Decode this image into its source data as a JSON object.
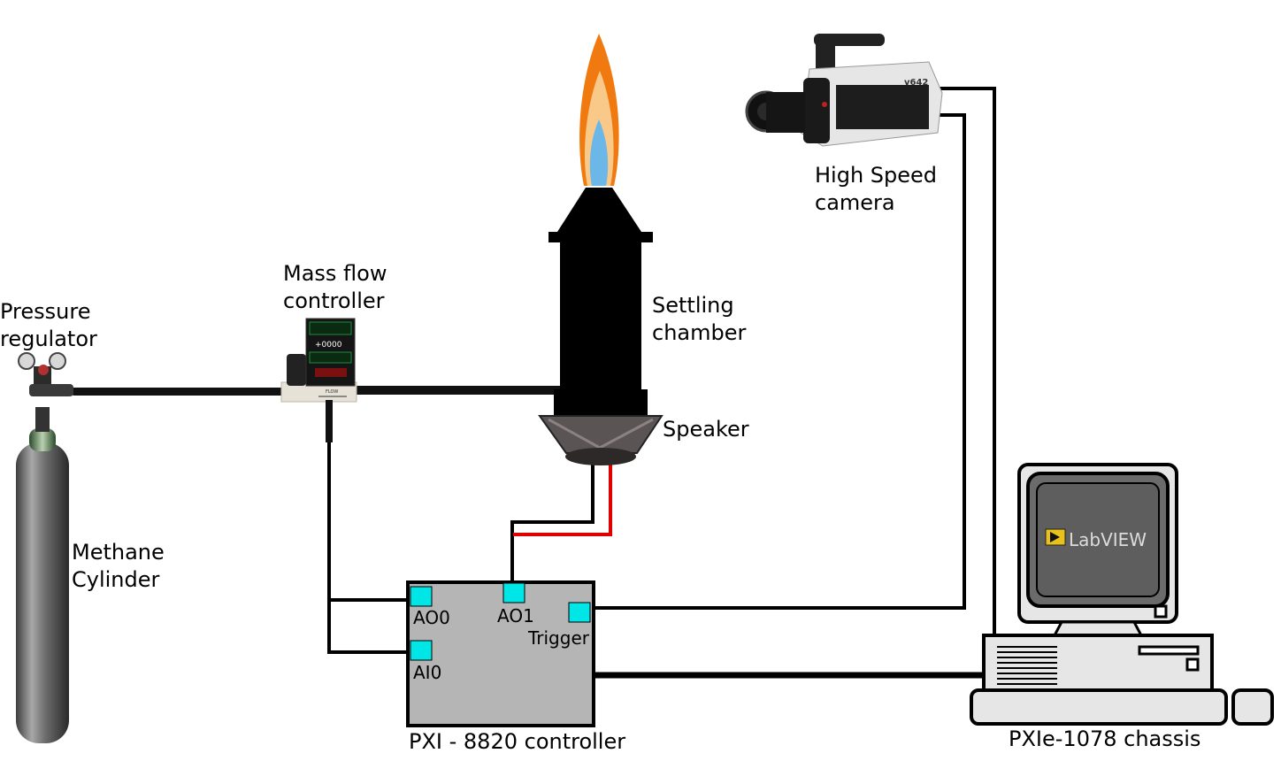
{
  "labels": {
    "pressure_regulator": [
      "Pressure",
      "regulator"
    ],
    "mass_flow_controller": [
      "Mass flow",
      "controller"
    ],
    "settling_chamber": [
      "Settling",
      "chamber"
    ],
    "speaker": "Speaker",
    "high_speed_camera": [
      "High Speed",
      "camera"
    ],
    "methane_cylinder": [
      "Methane",
      "Cylinder"
    ],
    "pxi_controller": "PXI - 8820 controller",
    "pxie_chassis": "PXIe-1078 chassis"
  },
  "ports": {
    "ao0": "AO0",
    "ao1": "AO1",
    "trigger": "Trigger",
    "ai0": "AI0"
  },
  "device_text": {
    "mfc_display": "+0000",
    "mfc_flow": "FLOW",
    "camera_model": "v642",
    "labview": "LabVIEW"
  },
  "colors": {
    "wire": "#000000",
    "signal_wire": "#e00000",
    "port": "#00e5e5",
    "controller_fill": "#b5b5b5",
    "flame_outer": "#f07a10",
    "flame_mid": "#f9c98a",
    "flame_inner": "#6ab7e8"
  }
}
